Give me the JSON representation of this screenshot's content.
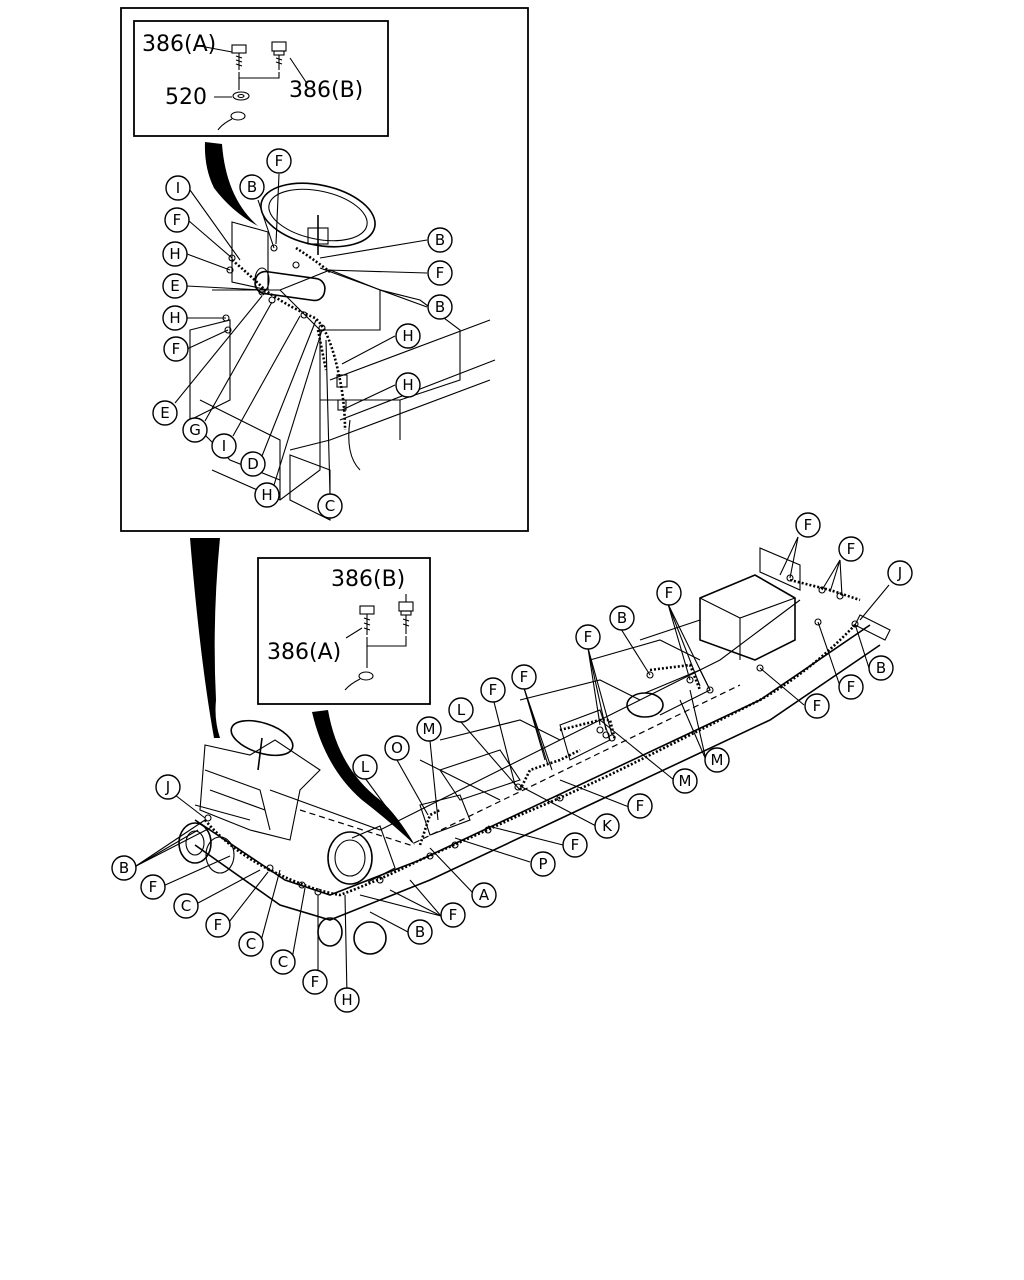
{
  "detail_top": {
    "bolt_a": "386(A)",
    "bolt_b": "386(B)",
    "washer": "520"
  },
  "detail_mid": {
    "bolt_b": "386(B)",
    "bolt_a": "386(A)"
  },
  "callouts": {
    "A": "A",
    "B": "B",
    "C": "C",
    "D": "D",
    "E": "E",
    "F": "F",
    "G": "G",
    "H": "H",
    "I": "I",
    "J": "J",
    "K": "K",
    "L": "L",
    "M": "M",
    "O": "O",
    "P": "P"
  }
}
